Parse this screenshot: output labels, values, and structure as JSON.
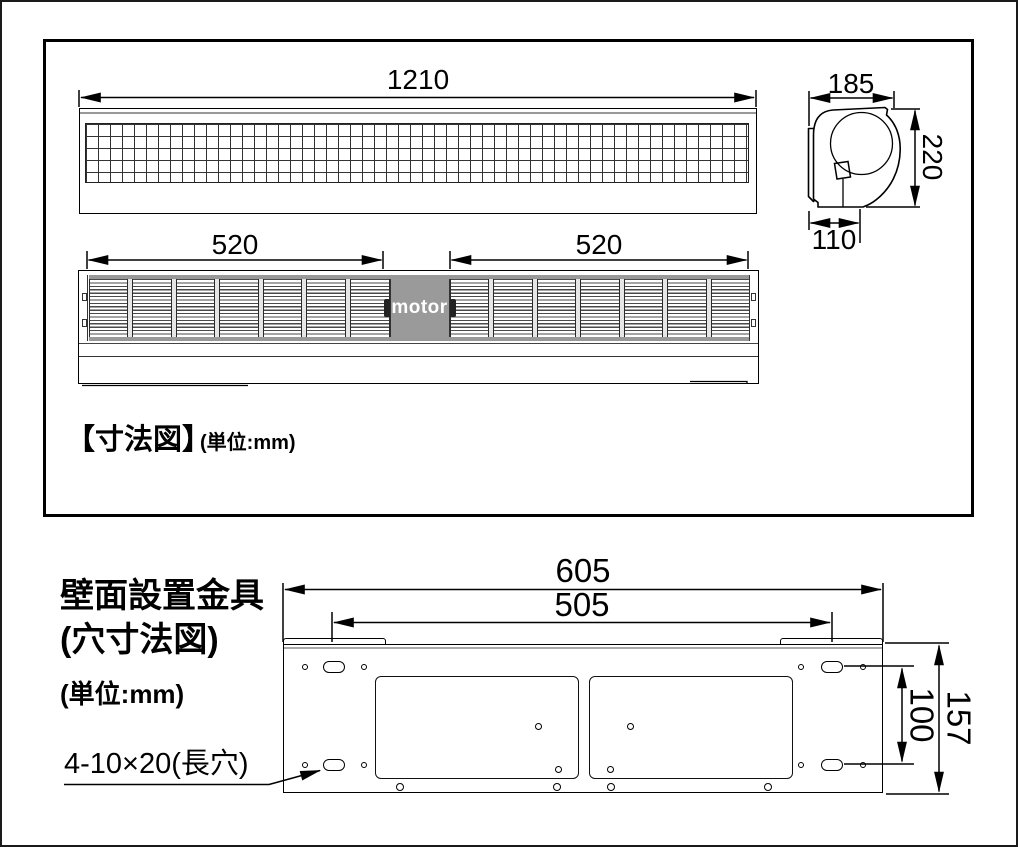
{
  "frame_caption": {
    "title": "【寸法図】",
    "unit": "(単位:mm)"
  },
  "top_view": {
    "dim_width": "1210"
  },
  "front_view": {
    "dim_left": "520",
    "dim_right": "520",
    "motor_label": "motor",
    "louver_sections_per_side": 7
  },
  "side_view": {
    "dim_depth": "185",
    "dim_height": "220",
    "dim_bottom": "110"
  },
  "bracket": {
    "heading_line1": "壁面設置金具",
    "heading_line2": "(穴寸法図)",
    "unit": "(単位:mm)",
    "slot_label": "4-10×20(長穴)",
    "dim_outer_width": "605",
    "dim_slot_pitch_horizontal": "505",
    "dim_slot_pitch_vertical": "100",
    "dim_outer_height": "157"
  },
  "colors": {
    "line": "#000000",
    "motor_gray": "#9a9a9a",
    "rail_gray": "#999999"
  }
}
